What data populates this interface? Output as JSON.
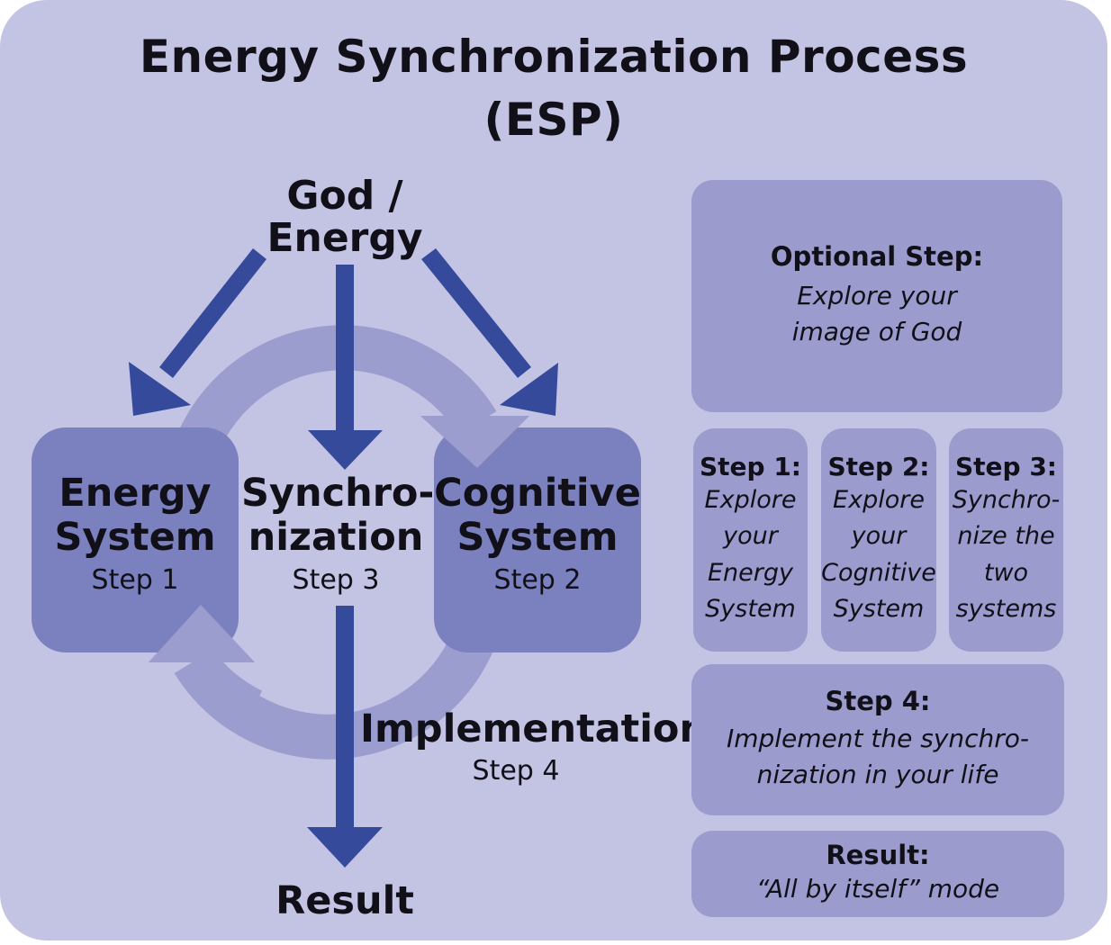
{
  "title": {
    "line1": "Energy Synchronization Process",
    "line2": "(ESP)"
  },
  "colors": {
    "background": "#c3c3e3",
    "system_box": "#7b80bf",
    "cycle_ring": "#9b9dcf",
    "flow_arrow": "#364a9c",
    "panel": "#9b9bcd",
    "text": "#111018"
  },
  "diagram": {
    "source": {
      "line1": "God /",
      "line2": "Energy"
    },
    "energy_system": {
      "line1": "Energy",
      "line2": "System",
      "step": "Step 1"
    },
    "synchronization": {
      "line1": "Synchro-",
      "line2": "nization",
      "step": "Step 3"
    },
    "cognitive_system": {
      "line1": "Cognitive",
      "line2": "System",
      "step": "Step 2"
    },
    "implementation": {
      "label": "Implementation",
      "step": "Step 4"
    },
    "result": {
      "label": "Result"
    },
    "arrows": [
      {
        "from": "God / Energy",
        "to": "Energy System",
        "icon": "arrow-down-left-icon"
      },
      {
        "from": "God / Energy",
        "to": "Synchronization",
        "icon": "arrow-down-icon"
      },
      {
        "from": "God / Energy",
        "to": "Cognitive System",
        "icon": "arrow-down-right-icon"
      },
      {
        "from": "Synchronization",
        "to": "Result",
        "icon": "arrow-down-icon"
      }
    ],
    "cycle": {
      "icon": "cycle-arrows-icon",
      "direction": "clockwise"
    }
  },
  "panels": {
    "optional": {
      "heading": "Optional Step:",
      "lines": [
        "Explore your",
        "image of God"
      ]
    },
    "step1": {
      "heading": "Step 1:",
      "lines": [
        "Explore",
        "your",
        "Energy",
        "System"
      ]
    },
    "step2": {
      "heading": "Step 2:",
      "lines": [
        "Explore",
        "your",
        "Cognitive",
        "System"
      ]
    },
    "step3": {
      "heading": "Step 3:",
      "lines": [
        "Synchro-",
        "nize the",
        "two",
        "systems"
      ]
    },
    "step4": {
      "heading": "Step 4:",
      "lines": [
        "Implement the synchro-",
        "nization in your life"
      ]
    },
    "result": {
      "heading": "Result:",
      "lines": [
        "“All by itself” mode"
      ]
    }
  }
}
